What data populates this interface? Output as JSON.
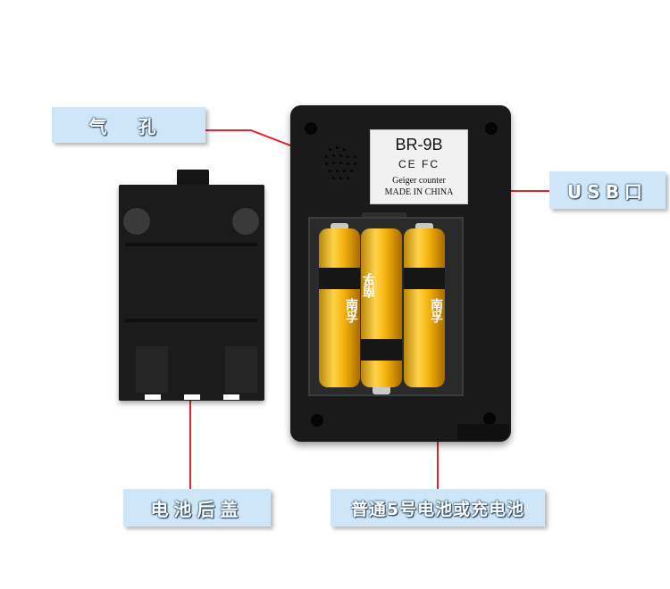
{
  "callouts": {
    "vent": "气 孔",
    "usb": "USB口",
    "cover": "电池后盖",
    "battery": "普通5号电池或充电池"
  },
  "device": {
    "model": "BR-9B",
    "certifications": "CE FC",
    "product_type": "Geiger  counter",
    "origin": "MADE IN CHINA"
  },
  "battery_brand": "南孚",
  "colors": {
    "callout_background": "#cfe6f8",
    "leader_line": "#e0262e",
    "device_body": "#1a1a1a",
    "battery_gold": "#f5b30f"
  }
}
